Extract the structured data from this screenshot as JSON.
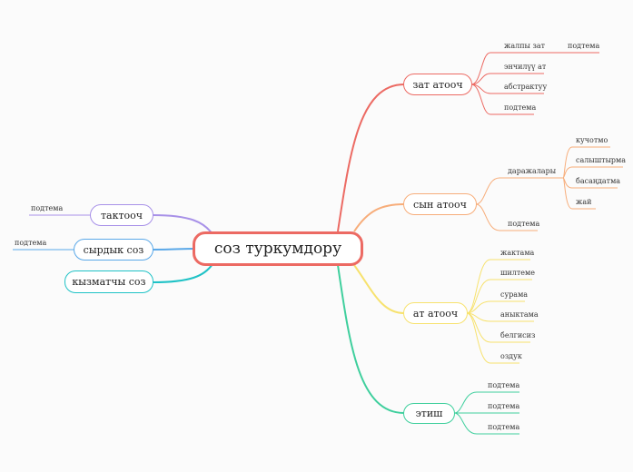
{
  "central": "соз туркумдору",
  "colors": {
    "red": "#ec6a63",
    "orange": "#f7ad7a",
    "yellow": "#f7e26e",
    "green": "#3fcf9d",
    "purple": "#a891e8",
    "blue": "#5aa8e8",
    "teal": "#1fc2c6"
  },
  "right_branches": [
    {
      "label": "зат атооч",
      "color": "#ec6a63",
      "children": [
        "жалпы зат",
        "энчилүү ат",
        "абстрактуу",
        "подтема"
      ],
      "subchildren": [
        "подтема"
      ]
    },
    {
      "label": "сын атооч",
      "color": "#f7ad7a",
      "children": [
        "даражалары",
        "подтема"
      ],
      "subchildren": [
        "кучотмо",
        "салыштырма",
        "басаңдатма",
        "жай"
      ]
    },
    {
      "label": "ат атооч",
      "color": "#f7e26e",
      "children": [
        "жактама",
        "шилтеме",
        "сурама",
        "аныктама",
        "белгисиз",
        "оздук"
      ]
    },
    {
      "label": "этиш",
      "color": "#3fcf9d",
      "children": [
        "подтема",
        "подтема",
        "подтема"
      ]
    }
  ],
  "left_branches": [
    {
      "label": "тактооч",
      "color": "#a891e8",
      "children": [
        "подтема"
      ]
    },
    {
      "label": "сырдык соз",
      "color": "#5aa8e8",
      "children": [
        "подтема"
      ]
    },
    {
      "label": "кызматчы соз",
      "color": "#1fc2c6",
      "children": []
    }
  ]
}
